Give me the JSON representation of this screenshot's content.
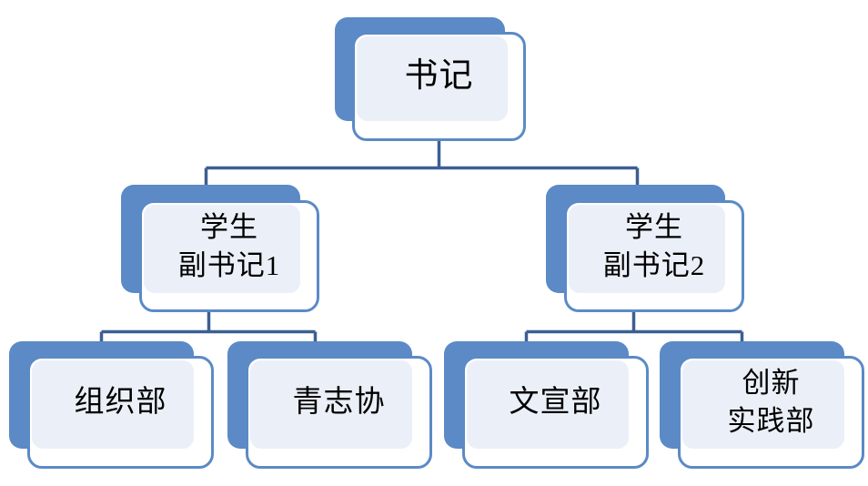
{
  "diagram": {
    "type": "organization-chart",
    "title": "",
    "colors": {
      "card_back_blue": "#5B8AC6",
      "card_border_blue": "#5B8AC6",
      "card_panel_light": "#EBF0F8",
      "card_front_fill": "#FFFFFF",
      "connector_blue": "#3C5F92",
      "text": "#000000",
      "background": "#FFFFFF"
    },
    "nodes": [
      {
        "id": "root",
        "label": "书记",
        "level": 1,
        "lines": [
          "书记"
        ],
        "parent": null
      },
      {
        "id": "vice1",
        "label": "学生副书记1",
        "level": 2,
        "lines": [
          "学生",
          "副书记1"
        ],
        "parent": "root"
      },
      {
        "id": "vice2",
        "label": "学生副书记2",
        "level": 2,
        "lines": [
          "学生",
          "副书记2"
        ],
        "parent": "root"
      },
      {
        "id": "dept1",
        "label": "组织部",
        "level": 3,
        "lines": [
          "组织部"
        ],
        "parent": "vice1"
      },
      {
        "id": "dept2",
        "label": "青志协",
        "level": 3,
        "lines": [
          "青志协"
        ],
        "parent": "vice1"
      },
      {
        "id": "dept3",
        "label": "文宣部",
        "level": 3,
        "lines": [
          "文宣部"
        ],
        "parent": "vice2"
      },
      {
        "id": "dept4",
        "label": "创新实践部",
        "level": 3,
        "lines": [
          "创新",
          "实践部"
        ],
        "parent": "vice2"
      }
    ]
  }
}
